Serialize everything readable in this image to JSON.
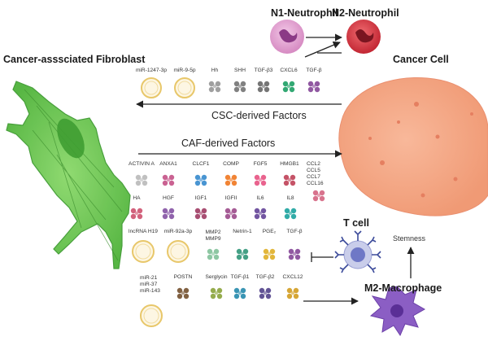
{
  "cells": {
    "n1": "N1-Neutrophil",
    "n2": "N2-Neutrophil",
    "caf": "Cancer-asssciated Fibroblast",
    "cancer": "Cancer Cell",
    "tcell": "T cell",
    "m2": "M2-Macrophage",
    "stemness": "Stemness"
  },
  "flows": {
    "csc": "CSC-derived Factors",
    "caf": "CAF-derived Factors"
  },
  "csc_factors": [
    {
      "label": "miR-1247-3p",
      "kind": "vesicle"
    },
    {
      "label": "miR-9-5p",
      "kind": "vesicle"
    },
    {
      "label": "Hh",
      "kind": "molecule",
      "color": "#9a9a9a"
    },
    {
      "label": "SHH",
      "kind": "molecule",
      "color": "#7a7a7a"
    },
    {
      "label": "TGF-β3",
      "kind": "molecule",
      "color": "#6e6e6e"
    },
    {
      "label": "CXCL6",
      "kind": "molecule",
      "color": "#27a36b"
    },
    {
      "label": "TGF-β",
      "kind": "molecule",
      "color": "#8a4f9c"
    }
  ],
  "caf_row1": [
    {
      "label": "ACTIVIN A",
      "color": "#bdbdbd"
    },
    {
      "label": "ANXA1",
      "color": "#c75a8c"
    },
    {
      "label": "CLCF1",
      "color": "#3f8fd0"
    },
    {
      "label": "COMP",
      "color": "#f07d2a"
    },
    {
      "label": "FGF5",
      "color": "#e85b88"
    },
    {
      "label": "HMGB1",
      "color": "#c24a5f"
    }
  ],
  "ccl_list": [
    "CCL2",
    "CCL5",
    "CCL7",
    "CCL16"
  ],
  "ccl_color": "#d66b87",
  "caf_row2": [
    {
      "label": "HA",
      "color": "#d05a75"
    },
    {
      "label": "HGF",
      "color": "#8a5ba8"
    },
    {
      "label": "IGF1",
      "color": "#a3456a"
    },
    {
      "label": "IGFII",
      "color": "#a0528f"
    },
    {
      "label": "IL6",
      "color": "#6a4c9c"
    },
    {
      "label": "IL8",
      "color": "#26a7a2"
    }
  ],
  "caf_row3": [
    {
      "label": "lncRNA H19",
      "kind": "vesicle"
    },
    {
      "label": "miR-92a-3p",
      "kind": "vesicle"
    },
    {
      "label": "MMP2\nMMP9",
      "kind": "molecule",
      "color": "#88c49e"
    },
    {
      "label": "Netrin-1",
      "kind": "molecule",
      "color": "#3a9b7e"
    },
    {
      "label": "PGE₂",
      "kind": "molecule",
      "color": "#e0b22f"
    },
    {
      "label": "TGF-β",
      "kind": "molecule",
      "color": "#8a4f9c"
    }
  ],
  "caf_row4": [
    {
      "label": "miR-21\nmiR-37\nmiR-143",
      "kind": "vesicle"
    },
    {
      "label": "POSTN",
      "kind": "molecule",
      "color": "#7a5838"
    },
    {
      "label": "Serglycin",
      "kind": "molecule",
      "color": "#8fa843"
    },
    {
      "label": "TGF-β1",
      "kind": "molecule",
      "color": "#2f8fb0"
    },
    {
      "label": "TGF-β2",
      "kind": "molecule",
      "color": "#5a4b8f"
    },
    {
      "label": "CXCL12",
      "kind": "molecule",
      "color": "#d4a12b"
    }
  ],
  "colors": {
    "fibroblast": "#63c24a",
    "fibroblast_dark": "#3e9a31",
    "cancer": "#f4a585",
    "n1": "#e3a4d2",
    "n2": "#d63c46",
    "macrophage": "#8b5ec4",
    "tcell": "#c9cdea"
  }
}
